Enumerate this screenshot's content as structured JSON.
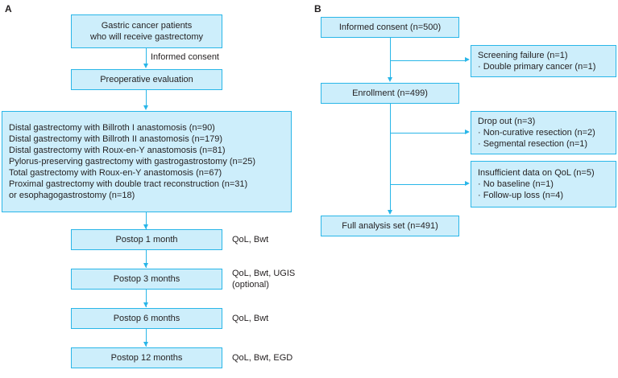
{
  "figure": {
    "panels": [
      {
        "id": "A",
        "label": "A",
        "nodes": {
          "population": {
            "lines": [
              "Gastric cancer patients",
              "who will receive gastrectomy"
            ]
          },
          "consent_edge_label": "Informed consent",
          "preoperative": {
            "lines": [
              "Preoperative evaluation"
            ]
          },
          "procedures": {
            "lines": [
              "Distal gastrectomy with Billroth I anastomosis (n=90)",
              "Distal gastrectomy with Billroth II anastomosis (n=179)",
              "Distal gastrectomy with Roux-en-Y anastomosis (n=81)",
              "Pylorus-preserving gastrectomy with gastrogastrostomy (n=25)",
              "Total gastrectomy with Roux-en-Y anastomosis (n=67)",
              "Proximal gastrectomy with double tract reconstruction (n=31)",
              "or esophagogastrostomy (n=18)"
            ]
          },
          "followups": [
            {
              "label": "Postop 1 month",
              "assessments": "QoL, Bwt"
            },
            {
              "label": "Postop 3 months",
              "assessments": "QoL, Bwt, UGIS\n(optional)"
            },
            {
              "label": "Postop 6 months",
              "assessments": "QoL, Bwt"
            },
            {
              "label": "Postop 12 months",
              "assessments": "QoL, Bwt, EGD"
            }
          ]
        }
      },
      {
        "id": "B",
        "label": "B",
        "nodes": {
          "informed_consent": {
            "lines": [
              "Informed consent (n=500)"
            ]
          },
          "enrollment": {
            "lines": [
              "Enrollment (n=499)"
            ]
          },
          "full_analysis_set": {
            "lines": [
              "Full analysis set (n=491)"
            ]
          },
          "screening_failure": {
            "lines": [
              "Screening failure (n=1)",
              "· Double primary cancer (n=1)"
            ]
          },
          "drop_out": {
            "lines": [
              "Drop out (n=3)",
              "· Non-curative resection (n=2)",
              "· Segmental resection (n=1)"
            ]
          },
          "insufficient_data": {
            "lines": [
              "Insufficient data on QoL (n=5)",
              "· No baseline (n=1)",
              "· Follow-up loss (n=4)"
            ]
          }
        }
      }
    ],
    "colors": {
      "box_fill": "#cdeefb",
      "box_border": "#29b6e8",
      "connector": "#29b6e8",
      "text": "#231f20",
      "background": "#ffffff"
    }
  }
}
